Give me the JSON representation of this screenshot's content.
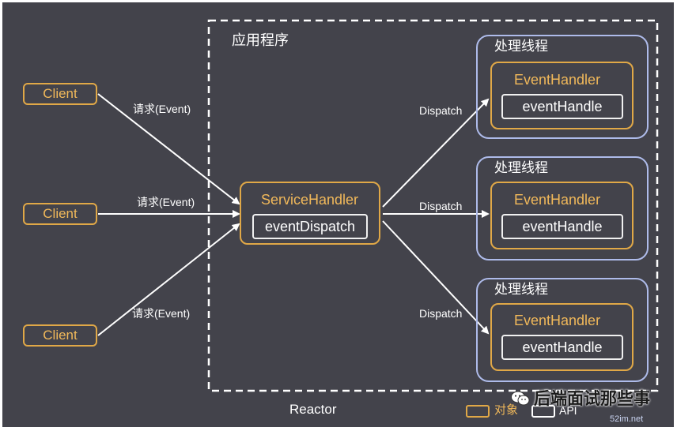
{
  "app_title": "应用程序",
  "reactor_label": "Reactor",
  "clients": [
    {
      "label": "Client",
      "request": "请求(Event)"
    },
    {
      "label": "Client",
      "request": "请求(Event)"
    },
    {
      "label": "Client",
      "request": "请求(Event)"
    }
  ],
  "service_handler": {
    "title": "ServiceHandler",
    "api": "eventDispatch"
  },
  "dispatch_label": "Dispatch",
  "threads": [
    {
      "title": "处理线程",
      "handler": "EventHandler",
      "api": "eventHandle"
    },
    {
      "title": "处理线程",
      "handler": "EventHandler",
      "api": "eventHandle"
    },
    {
      "title": "处理线程",
      "handler": "EventHandler",
      "api": "eventHandle"
    }
  ],
  "legend": {
    "object": "对象",
    "api": "API"
  },
  "watermark": {
    "text": "后端面试那些事",
    "site": "52im.net"
  },
  "colors": {
    "background": "#43434b",
    "object_border": "#e0a847",
    "thread_border": "#aebbea",
    "arrow": "#ffffff"
  }
}
